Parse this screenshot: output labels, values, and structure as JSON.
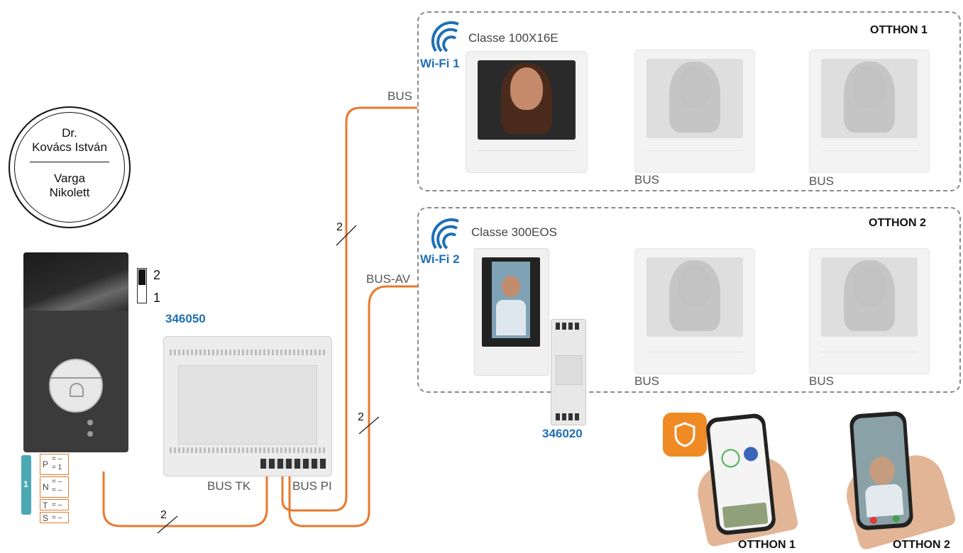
{
  "nameplate": {
    "title": "Dr.",
    "line1": "Kovács István",
    "line2": "Varga",
    "line3": "Nikolett"
  },
  "switch": {
    "top": "2",
    "bottom": "1"
  },
  "codes": {
    "power_supply": "346050",
    "av_module": "346020"
  },
  "terminals": {
    "p": "P",
    "p_val": "= –\n= 1",
    "n": "N",
    "n_val": "= –\n= –",
    "t": "T",
    "t_val": "= –",
    "s": "S",
    "s_val": "= –",
    "badge": "1"
  },
  "wire_labels": {
    "bus_top": "BUS",
    "bus_av": "BUS-AV",
    "bus_tk": "BUS TK",
    "bus_pi": "BUS PI",
    "two_a": "2",
    "two_b": "2",
    "two_c": "2"
  },
  "zone1": {
    "title": "OTTHON 1",
    "wifi": "Wi-Fi 1",
    "model": "Classe 100X16E",
    "bus_a": "BUS",
    "bus_b": "BUS"
  },
  "zone2": {
    "title": "OTTHON 2",
    "wifi": "Wi-Fi 2",
    "model": "Classe 300EOS",
    "bus_a": "BUS",
    "bus_b": "BUS"
  },
  "phones": {
    "label1": "OTTHON 1",
    "label2": "OTTHON 2"
  },
  "colors": {
    "wire": "#e8792e",
    "accent_blue": "#1f6fb5",
    "app_icon": "#f08a24",
    "dashed": "#8a8a8a"
  }
}
